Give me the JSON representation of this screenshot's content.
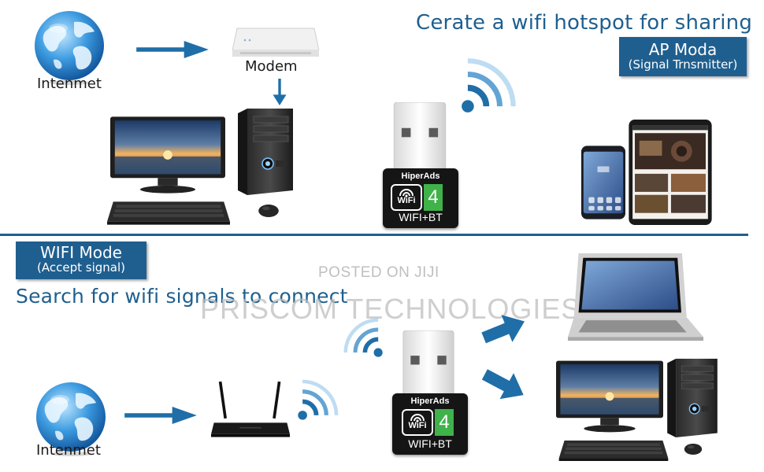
{
  "top": {
    "heading": "Cerate a wifi hotspot for sharing",
    "mode_title": "AP Moda",
    "mode_subtitle": "(Signal Trnsmitter)",
    "internet_label": "Intenmet",
    "modem_label": "Modem"
  },
  "bottom": {
    "mode_title": "WIFI Mode",
    "mode_subtitle": "(Accept signal)",
    "heading": "Search for wifi signals to connect",
    "internet_label": "Intenmet"
  },
  "adapter": {
    "brand": "HiperAds",
    "wifi": "WiFi",
    "number": "4",
    "footer": "WIFI+BT"
  },
  "watermark": {
    "posted": "POSTED ON JIJI",
    "company": "PRISCOM TECHNOLOGIES"
  },
  "colors": {
    "accent_blue": "#1f5f8f",
    "arrow_blue": "#1f6ea8",
    "badge_green": "#3fb24a"
  }
}
